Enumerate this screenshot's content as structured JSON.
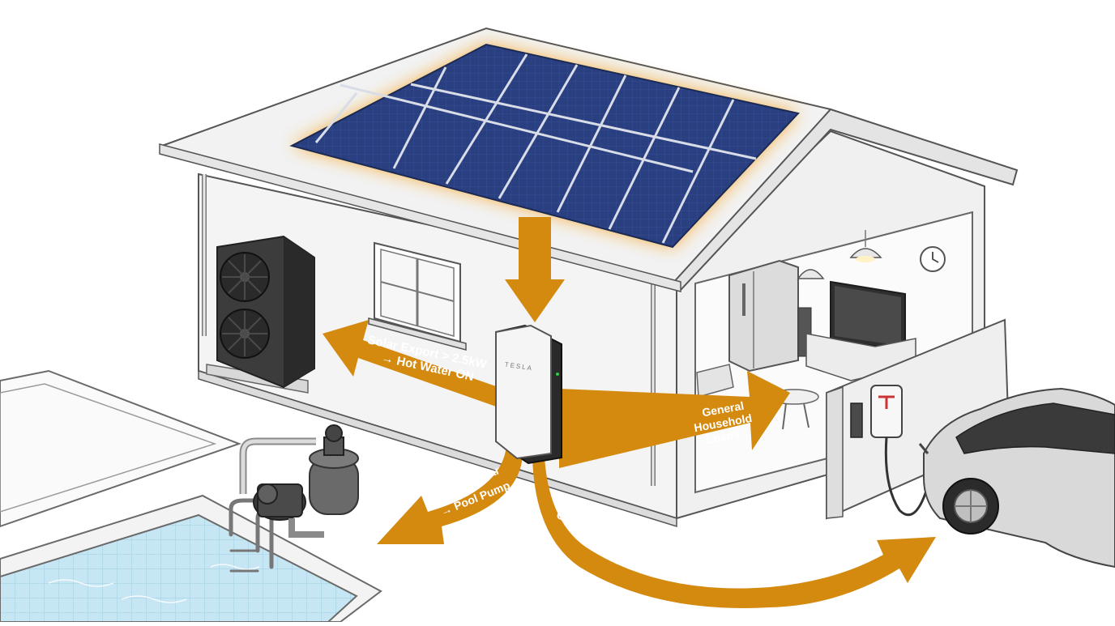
{
  "colors": {
    "arrow": "#d4890f",
    "glow": "#f7a21b",
    "panel": "#253a78",
    "house_wall": "#f4f4f4",
    "outline": "#555555",
    "pool_water": "#bfe2f0"
  },
  "battery": {
    "brand": "TESLA"
  },
  "charger": {
    "brand_icon": "tesla-logo-icon"
  },
  "flows": {
    "hot_water": {
      "line1": "Solar Export > 2.5kW",
      "line2": "→ Hot Water ON"
    },
    "household": {
      "line1": "General",
      "line2": "Household",
      "line3": "Loads"
    },
    "pool": {
      "line1": "Excess Solar",
      "line2": "→ Pool Pump"
    },
    "ev": {
      "line1": "Cheap Grid Power → EV Charging"
    }
  }
}
